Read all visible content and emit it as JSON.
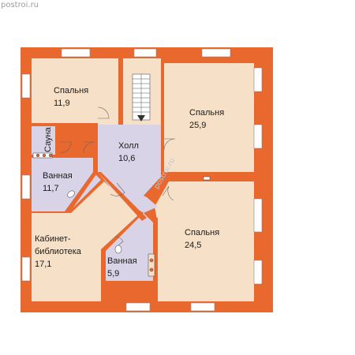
{
  "source": "postroi.ru",
  "watermark": "postroi.ru",
  "colors": {
    "outer_wall": "#e8682e",
    "beige": "#f6e0c8",
    "lilac": "#d9d3e8",
    "window": "#ffffff",
    "stair": "#ffffff"
  },
  "rooms": [
    {
      "id": "bedroom-nw",
      "name": "Спальня",
      "area": "11,9"
    },
    {
      "id": "bedroom-ne",
      "name": "Спальня",
      "area": "25,9"
    },
    {
      "id": "sauna",
      "name": "Сауна"
    },
    {
      "id": "hall",
      "name": "Холл",
      "area": "10,6"
    },
    {
      "id": "bathroom-w",
      "name": "Ванная",
      "area": "11,7"
    },
    {
      "id": "study",
      "name_line1": "Кабинет-",
      "name_line2": "библиотека",
      "area": "17,1"
    },
    {
      "id": "bathroom-s",
      "name": "Ванная",
      "area": "5,9"
    },
    {
      "id": "bedroom-se",
      "name": "Спальня",
      "area": "24,5"
    }
  ]
}
